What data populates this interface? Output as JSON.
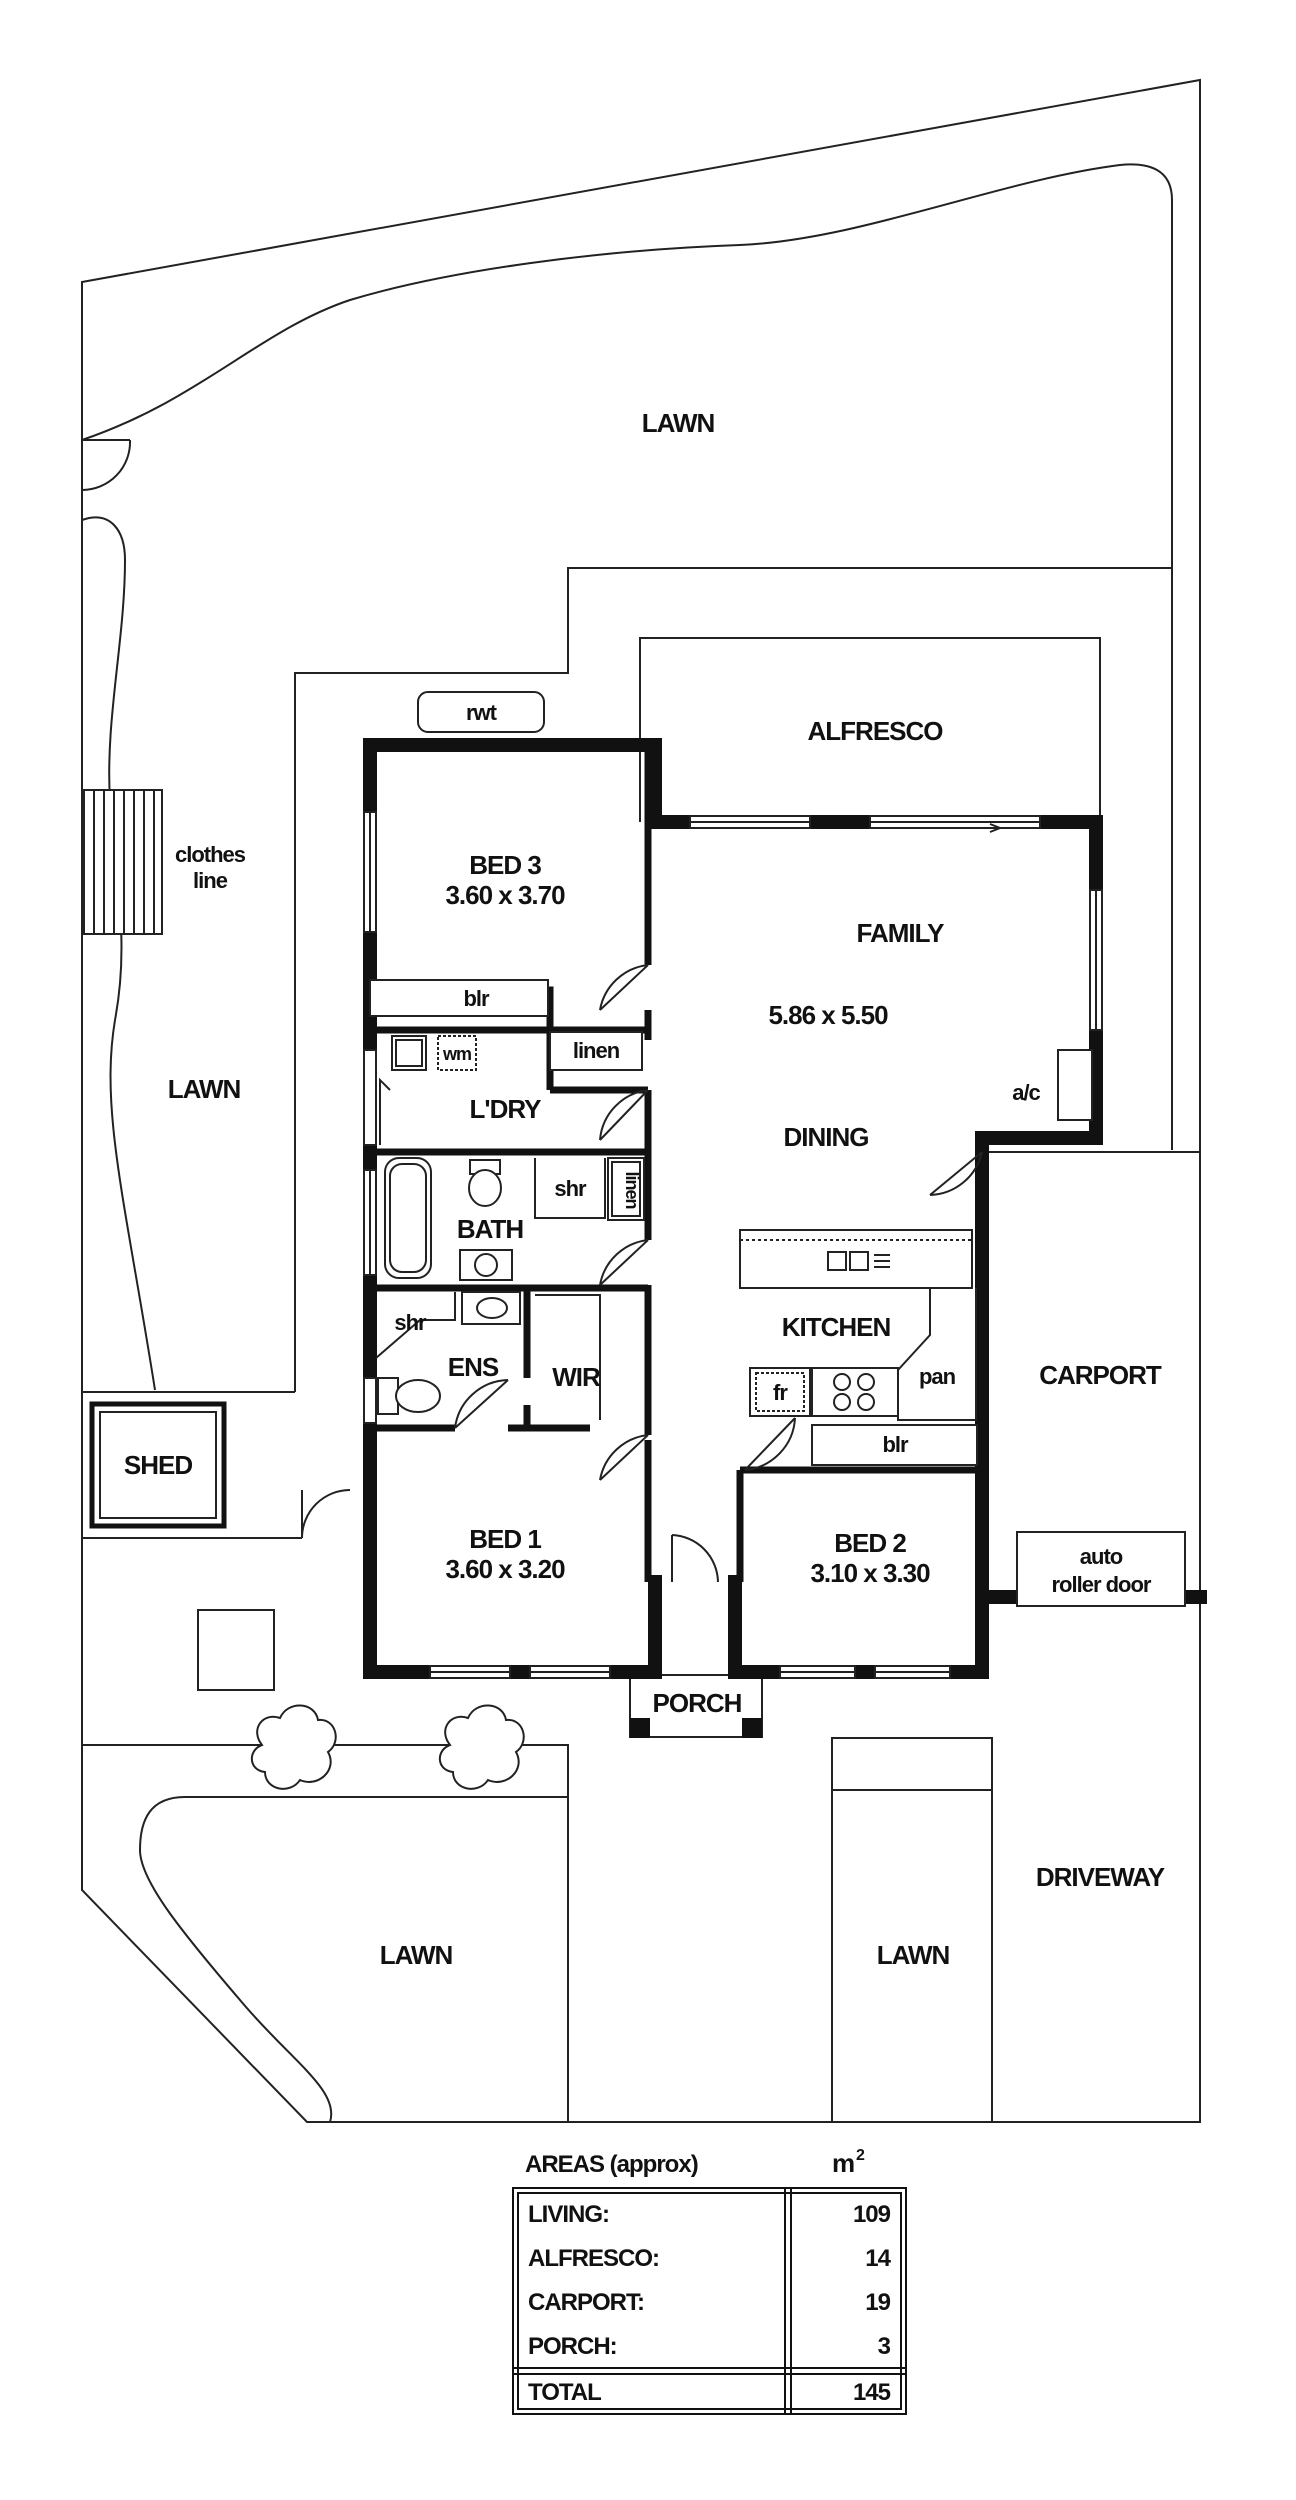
{
  "rooms": {
    "lawn_rear": "LAWN",
    "lawn_left": "LAWN",
    "lawn_front_left": "LAWN",
    "lawn_front_mid": "LAWN",
    "alfresco": "ALFRESCO",
    "bed3": "BED 3",
    "bed3_dim": "3.60 x 3.70",
    "family": "FAMILY",
    "family_dim": "5.86 x 5.50",
    "dining": "DINING",
    "laundry": "L'DRY",
    "bath": "BATH",
    "kitchen": "KITCHEN",
    "ens": "ENS",
    "wir": "WIR",
    "bed1": "BED 1",
    "bed1_dim": "3.60 x 3.20",
    "bed2": "BED 2",
    "bed2_dim": "3.10 x 3.30",
    "porch": "PORCH",
    "carport": "CARPORT",
    "driveway": "DRIVEWAY",
    "shed": "SHED"
  },
  "fixtures": {
    "rwt": "rwt",
    "clothes_line_1": "clothes",
    "clothes_line_2": "line",
    "blr_bed3": "blr",
    "linen_laundry": "linen",
    "wm": "wm",
    "shr_bath": "shr",
    "linen_bath": "linen",
    "shr_ens": "shr",
    "ac": "a/c",
    "fr": "fr",
    "pan": "pan",
    "blr_bed2": "blr",
    "roller_1": "auto",
    "roller_2": "roller door"
  },
  "areas": {
    "title": "AREAS (approx)",
    "unit": "m",
    "unit_sup": "2",
    "rows": [
      {
        "label": "LIVING:",
        "value": "109"
      },
      {
        "label": "ALFRESCO:",
        "value": "14"
      },
      {
        "label": "CARPORT:",
        "value": "19"
      },
      {
        "label": "PORCH:",
        "value": "3"
      }
    ],
    "total_label": "TOTAL",
    "total_value": "145"
  }
}
